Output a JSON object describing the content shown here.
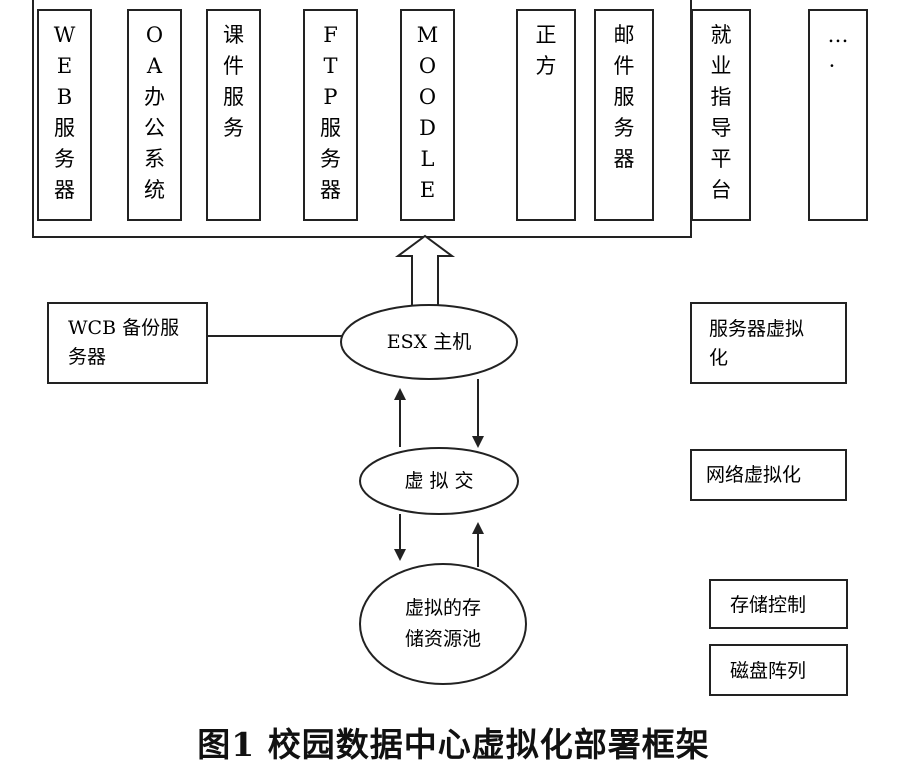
{
  "services": [
    {
      "name": "service-web-server",
      "chars": [
        "W",
        "E",
        "B",
        "服",
        "务",
        "器"
      ]
    },
    {
      "name": "service-oa-system",
      "chars": [
        "O",
        "A",
        "办",
        "公",
        "系",
        "统"
      ]
    },
    {
      "name": "service-courseware",
      "chars": [
        "课",
        "件",
        "服",
        "务"
      ]
    },
    {
      "name": "service-ftp-server",
      "chars": [
        "F",
        "T",
        "P",
        "服",
        "务",
        "器"
      ]
    },
    {
      "name": "service-moodle",
      "chars": [
        "M",
        "O",
        "O",
        "D",
        "L",
        "E"
      ]
    },
    {
      "name": "service-zhengfang",
      "chars": [
        "正",
        "方"
      ]
    },
    {
      "name": "service-mail-server",
      "chars": [
        "邮",
        "件",
        "服",
        "务",
        "器"
      ]
    },
    {
      "name": "service-employment-platform",
      "chars": [
        "就",
        "业",
        "指",
        "导",
        "平",
        "台"
      ]
    },
    {
      "name": "service-more",
      "chars": [
        "…",
        "·"
      ]
    }
  ],
  "backup_server": {
    "line1": "WCB 备份服",
    "line2": "务器"
  },
  "esx_host": "ESX 主机",
  "virtual_switch": "虚 拟 交",
  "storage_pool": {
    "line1": "虚拟的存",
    "line2": "储资源池"
  },
  "labels": {
    "server_virt": {
      "line1": "服务器虚拟",
      "line2": "化"
    },
    "network_virt": "网络虚拟化",
    "storage_control": "存储控制",
    "disk_array": "磁盘阵列"
  },
  "caption": "图1 校园数据中心虚拟化部署框架"
}
